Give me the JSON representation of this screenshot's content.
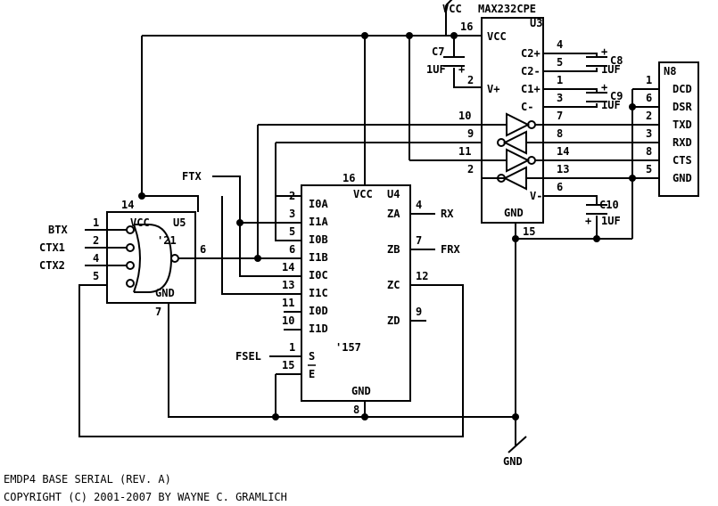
{
  "title": "EMDP4 BASE SERIAL (REV. A)",
  "copyright": "COPYRIGHT (C) 2001-2007 BY WAYNE C. GRAMLICH",
  "power": {
    "vcc": "VCC",
    "gnd": "GND"
  },
  "u3": {
    "ref": "U3",
    "part": "MAX232CPE",
    "pins": {
      "vcc": "VCC",
      "c2p": "C2+",
      "c2m": "C2-",
      "c1p": "C1+",
      "c1m": "C-",
      "vp": "V+",
      "vm": "V-",
      "gnd": "GND"
    },
    "nums": {
      "p16": "16",
      "p2": "2",
      "p4": "4",
      "p5": "5",
      "p1": "1",
      "p3": "3",
      "p10": "10",
      "p9": "9",
      "p11": "11",
      "p2b": "2",
      "p7": "7",
      "p8": "8",
      "p14": "14",
      "p13": "13",
      "p6": "6",
      "p15": "15"
    }
  },
  "caps": {
    "c7": {
      "ref": "C7",
      "val": "1UF"
    },
    "c8": {
      "ref": "C8",
      "val": "1UF"
    },
    "c9": {
      "ref": "C9",
      "val": "1UF"
    },
    "c10": {
      "ref": "C10",
      "val": "1UF"
    },
    "plus": "+"
  },
  "n8": {
    "ref": "N8",
    "pins": [
      {
        "num": "1",
        "name": "DCD"
      },
      {
        "num": "6",
        "name": "DSR"
      },
      {
        "num": "2",
        "name": "TXD"
      },
      {
        "num": "3",
        "name": "RXD"
      },
      {
        "num": "8",
        "name": "CTS"
      },
      {
        "num": "5",
        "name": "GND"
      }
    ]
  },
  "u4": {
    "ref": "U4",
    "part": "'157",
    "vcc": "VCC",
    "gnd": "GND",
    "inputs": [
      {
        "num": "2",
        "name": "I0A"
      },
      {
        "num": "3",
        "name": "I1A"
      },
      {
        "num": "5",
        "name": "I0B"
      },
      {
        "num": "6",
        "name": "I1B"
      },
      {
        "num": "14",
        "name": "I0C"
      },
      {
        "num": "13",
        "name": "I1C"
      },
      {
        "num": "11",
        "name": "I0D"
      },
      {
        "num": "10",
        "name": "I1D"
      },
      {
        "num": "1",
        "name": "S"
      },
      {
        "num": "15",
        "name": "E"
      }
    ],
    "outputs": [
      {
        "num": "4",
        "name": "ZA"
      },
      {
        "num": "7",
        "name": "ZB"
      },
      {
        "num": "12",
        "name": "ZC"
      },
      {
        "num": "9",
        "name": "ZD"
      }
    ],
    "p16": "16",
    "p8": "8"
  },
  "u5": {
    "ref": "U5",
    "part": "'21",
    "vcc": "VCC",
    "gnd": "GND",
    "inputs": [
      {
        "num": "1",
        "name": "BTX"
      },
      {
        "num": "2",
        "name": "CTX1"
      },
      {
        "num": "4",
        "name": "CTX2"
      },
      {
        "num": "5",
        "name": ""
      }
    ],
    "p14": "14",
    "p6": "6",
    "p7": "7"
  },
  "nets": {
    "ftx": "FTX",
    "rx": "RX",
    "frx": "FRX",
    "fsel": "FSEL"
  }
}
